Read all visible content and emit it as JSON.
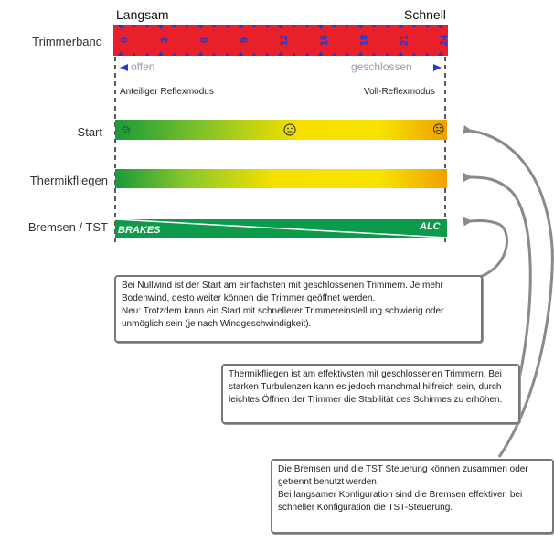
{
  "header": {
    "slow": "Langsam",
    "fast": "Schnell"
  },
  "trim_band": {
    "label": "Trimmerband",
    "ticks": [
      "0",
      "3",
      "6",
      "9",
      "12",
      "15",
      "18",
      "21",
      "24"
    ],
    "colors": {
      "band": "#e8202a",
      "tick": "#1a3ad8"
    }
  },
  "range": {
    "open": "offen",
    "closed": "geschlossen",
    "partial": "Anteiliger Reflexmodus",
    "full": "Voll-Reflexmodus"
  },
  "rows": {
    "start": "Start",
    "thermal": "Thermikfliegen",
    "brakes": "Bremsen / TST"
  },
  "brakes_bar": {
    "left": "BRAKES",
    "right": "ALC",
    "color": "#0d9a4a"
  },
  "smileys": {
    "happy": "☺",
    "neutral": "😐",
    "sad": "☹"
  },
  "notes": {
    "start": "Bei Nullwind ist der Start am einfachsten mit geschlossenen Trimmern. Je mehr Bodenwind, desto weiter können die Trimmer geöffnet werden.\nNeu: Trotzdem kann ein Start mit schnellerer Trimmereinstellung schwierig oder unmöglich sein (je nach Windgeschwindigkeit).",
    "thermal": "Thermikfliegen ist am effektivsten mit geschlossenen Trimmern. Bei starken Turbulenzen kann es jedoch manchmal hilfreich sein, durch leichtes Öffnen der Trimmer die Stabilität des Schirmes zu erhöhen.",
    "brakes": "Die Bremsen und die TST Steuerung können zusammen oder getrennt benutzt werden.\nBei langsamer Konfiguration sind die Bremsen effektiver, bei schneller Konfiguration die TST-Steuerung."
  },
  "colors": {
    "arrow": "#8a8a8a",
    "range_text": "#9a9ab0",
    "range_arrow": "#2a3ad0"
  }
}
